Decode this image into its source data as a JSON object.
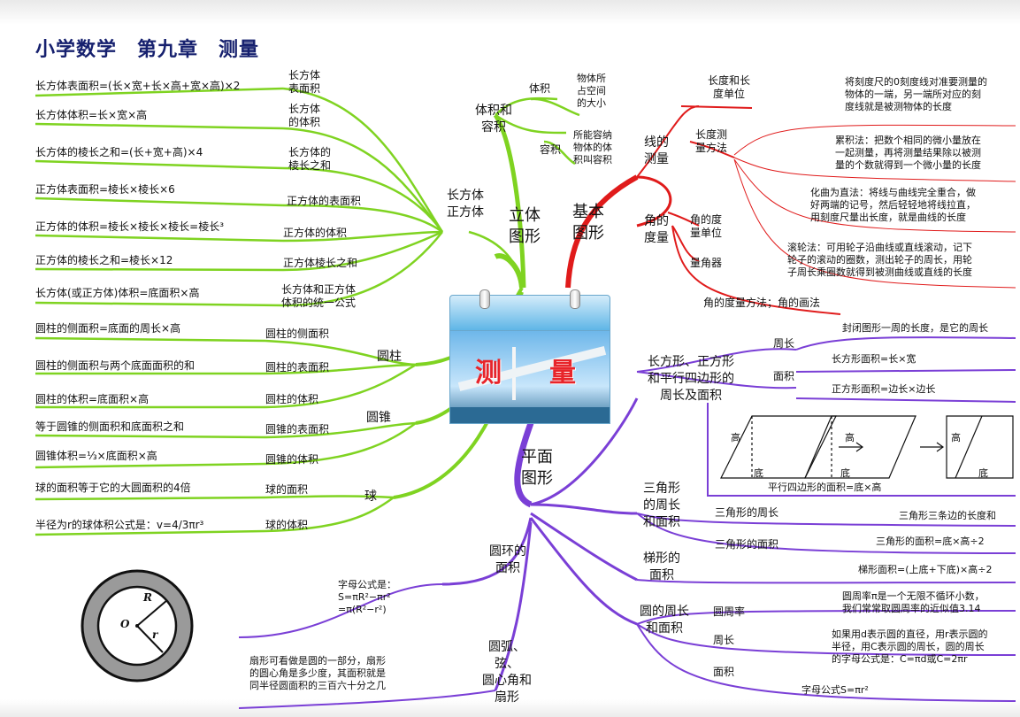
{
  "title": "小学数学　第九章　测量",
  "center": {
    "word1": "测",
    "word2": "量"
  },
  "branches": {
    "solid": "立体\n图形",
    "basic": "基本\n图形",
    "plane": "平面\n图形"
  },
  "solid": {
    "volume_capacity": {
      "label": "体积和\n容积",
      "volume": "体积",
      "volume_def": "物体所\n占空间\n的大小",
      "capacity": "容积",
      "capacity_def": "所能容纳\n物体的体\n积叫容积"
    },
    "cuboid_label": "长方体\n正方体",
    "cuboid_items": [
      {
        "name": "长方体\n表面积",
        "formula": "长方体表面积=(长×宽+长×高+宽×高)×2"
      },
      {
        "name": "长方体\n的体积",
        "formula": "长方体体积=长×宽×高"
      },
      {
        "name": "长方体的\n棱长之和",
        "formula": "长方体的棱长之和=(长+宽+高)×4"
      },
      {
        "name": "正方体的表面积",
        "formula": "正方体表面积=棱长×棱长×6"
      },
      {
        "name": "正方体的体积",
        "formula": "正方体的体积=棱长×棱长×棱长=棱长³"
      },
      {
        "name": "正方体棱长之和",
        "formula": "正方体的棱长之和=棱长×12"
      },
      {
        "name": "长方体和正方体\n体积的统一公式",
        "formula": "长方体(或正方体)体积=底面积×高"
      }
    ],
    "cylinder_label": "圆柱",
    "cylinder_items": [
      {
        "name": "圆柱的侧面积",
        "formula": "圆柱的侧面积=底面的周长×高"
      },
      {
        "name": "圆柱的表面积",
        "formula": "圆柱的侧面积与两个底面面积的和"
      },
      {
        "name": "圆柱的体积",
        "formula": "圆柱的体积=底面积×高"
      }
    ],
    "cone_label": "圆锥",
    "cone_items": [
      {
        "name": "圆锥的表面积",
        "formula": "等于圆锥的侧面积和底面积之和"
      },
      {
        "name": "圆锥的体积",
        "formula": "圆锥体积=⅓×底面积×高"
      }
    ],
    "sphere_label": "球",
    "sphere_items": [
      {
        "name": "球的面积",
        "formula": "球的面积等于它的大圆面积的4倍"
      },
      {
        "name": "球的体积",
        "formula": "半径为r的球体积公式是：v=4/3πr³"
      }
    ]
  },
  "basic": {
    "line_label": "线的\n测量",
    "length_unit": "长度和长\n度单位",
    "length_unit_desc": "将刻度尺的0刻度线对准要测量的\n物体的一端，另一端所对应的刻\n度线就是被测物体的长度",
    "length_method": "长度测\n量方法",
    "methods": [
      "累积法：把数个相同的微小量放在\n一起测量，再将测量结果除以被测\n量的个数就得到一个微小量的长度",
      "化曲为直法：将线与曲线完全重合，做\n好两端的记号，然后轻轻地将线拉直，\n用刻度尺量出长度，就是曲线的长度",
      "滚轮法：可用轮子沿曲线或直线滚动，记下\n轮子的滚动的圈数，测出轮子的周长，用轮\n子周长乘圈数就得到被测曲线或直线的长度"
    ],
    "angle_label": "角的\n度量",
    "angle_unit": "角的度\n量单位",
    "protractor": "量角器",
    "angle_method": "角的度量方法；角的画法"
  },
  "plane": {
    "rect_label": "长方形、正方形\n和平行四边形的\n周长及面积",
    "perimeter": "周长",
    "perimeter_def": "封闭图形一周的长度，是它的周长",
    "area": "面积",
    "rect_area": "长方形面积=长×宽",
    "square_area": "正方形面积=边长×边长",
    "para_caption": "平行四边形的面积=底×高",
    "para_labels": {
      "height": "高",
      "base": "底"
    },
    "tri_label": "三角形\n的周长\n和面积",
    "tri_perimeter": "三角形的周长",
    "tri_perimeter_def": "三角形三条边的长度和",
    "tri_area": "三角形的面积",
    "tri_area_formula": "三角形的面积=底×高÷2",
    "trap_label": "梯形的\n面积",
    "trap_formula": "梯形面积=(上底+下底)×高÷2",
    "circle_label": "圆的周长\n和面积",
    "pi": "圆周率",
    "pi_def": "圆周率π是一个无限不循环小数，\n我们常常取圆周率的近似值3.14",
    "circ_perimeter": "周长",
    "circ_perimeter_def": "如果用d表示圆的直径，用r表示圆的\n半径，用C表示圆的周长，圆的周长\n的字母公式是：C=πd或C=2πr",
    "circ_area": "面积",
    "circ_area_formula": "字母公式S=πr²",
    "ring_label": "圆环的\n面积",
    "ring_formula": "字母公式是：\nS=πR²−πr²\n=π(R²−r²)",
    "ring_letters": {
      "R": "R",
      "O": "O",
      "r": "r"
    },
    "sector_label": "圆弧、弦、\n圆心角和\n扇形",
    "sector_def": "扇形可看做是圆的一部分，扇形\n的圆心角是多少度，其面积就是\n同半径圆面积的三百六十分之几"
  },
  "colors": {
    "solid": "#7fd321",
    "basic": "#e01b1b",
    "plane": "#7a3fd6",
    "title": "#16206e"
  }
}
